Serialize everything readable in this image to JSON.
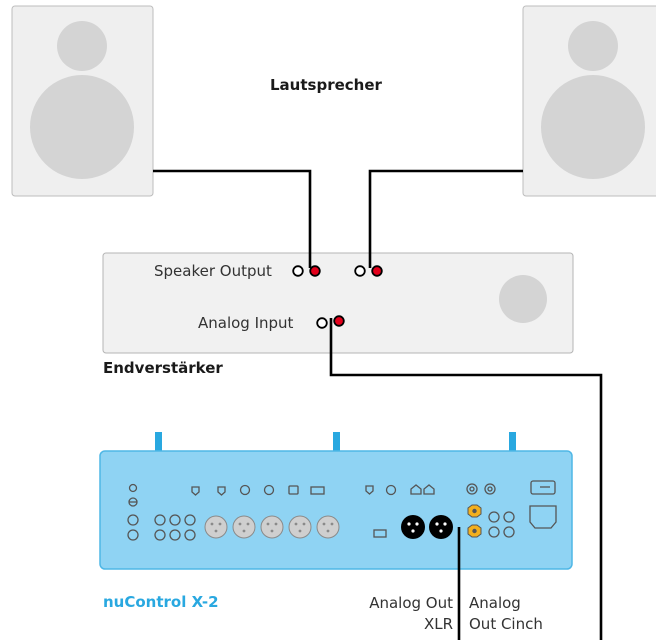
{
  "speakers_label": "Lautsprecher",
  "amplifier": {
    "title": "Endverstärker",
    "speaker_output_label": "Speaker Output",
    "analog_input_label": "Analog Input"
  },
  "device": {
    "name": "nuControl X-2",
    "analog_out_xlr_line1": "Analog Out",
    "analog_out_xlr_line2": "XLR",
    "analog_out_cinch_line1": "Analog",
    "analog_out_cinch_line2": "Out Cinch"
  },
  "colors": {
    "speaker_body": "#efefef",
    "speaker_driver": "#d4d4d4",
    "amp_body": "#f1f1f1",
    "device_body": "#8fd3f3",
    "device_accent": "#29a8e0",
    "connector_red": "#e3001b",
    "connector_gold": "#f2b01e",
    "cable": "#000000"
  }
}
